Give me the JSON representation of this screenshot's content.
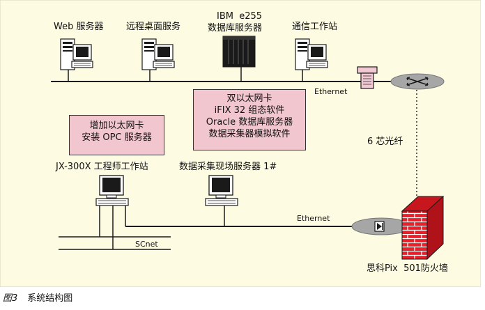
{
  "colors": {
    "background": "#fdfbe2",
    "box_fill": "#f1c6cf",
    "firewall": "#e8202a",
    "router": "#a6a6a6",
    "line": "#1a1a1a"
  },
  "top_nodes": {
    "web_server": "Web 服务器",
    "remote_desktop": "远程桌面服务",
    "ibm_line1": "IBM  e255",
    "ibm_line2": "数据库服务器",
    "comm_station": "通信工作站"
  },
  "top_network_label": "Ethernet",
  "fiber_label": "6 芯光纤",
  "center_box": {
    "lines": [
      "双以太网卡",
      "iFIX 32 组态软件",
      "Oracle 数据库服务器",
      "数据采集器模拟软件"
    ]
  },
  "left_box": {
    "lines": [
      "增加以太网卡",
      "安装 OPC 服务器"
    ]
  },
  "bottom_nodes": {
    "engineer_station": "JX-300X 工程师工作站",
    "field_server": "数据采集现场服务器 1#"
  },
  "bottom_network_label": "Ethernet",
  "scnet_label": "SCnet",
  "firewall_label": "思科Pix  501防火墙",
  "caption": {
    "number": "图3",
    "title": "系统结构图"
  }
}
